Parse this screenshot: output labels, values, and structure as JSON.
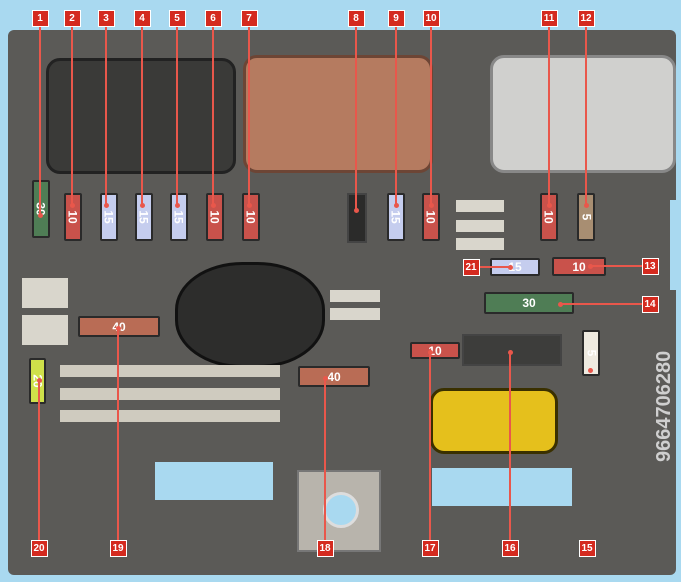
{
  "part_number": "9664706280",
  "fuses": [
    {
      "id": "1",
      "rating": "30",
      "color": "#4f7d55"
    },
    {
      "id": "2",
      "rating": "10",
      "color": "#c9524b"
    },
    {
      "id": "3",
      "rating": "15",
      "color": "#c5cdee"
    },
    {
      "id": "4",
      "rating": "15",
      "color": "#c5cdee"
    },
    {
      "id": "5",
      "rating": "15",
      "color": "#c5cdee"
    },
    {
      "id": "6",
      "rating": "10",
      "color": "#c9524b"
    },
    {
      "id": "7",
      "rating": "10",
      "color": "#c9524b"
    },
    {
      "id": "9",
      "rating": "15",
      "color": "#c5cdee"
    },
    {
      "id": "10",
      "rating": "10",
      "color": "#c9524b"
    },
    {
      "id": "11",
      "rating": "10",
      "color": "#c9524b"
    },
    {
      "id": "12",
      "rating": "5",
      "color": "#a88e72"
    },
    {
      "id": "13",
      "rating": "10",
      "color": "#c9524b"
    },
    {
      "id": "14",
      "rating": "30",
      "color": "#4f7d55"
    },
    {
      "id": "15",
      "rating": "5",
      "color": "#eeeae0"
    },
    {
      "id": "17",
      "rating": "10",
      "color": "#c9524b"
    },
    {
      "id": "18",
      "rating": "40",
      "color": "#b96c55"
    },
    {
      "id": "19",
      "rating": "40",
      "color": "#b96c55"
    },
    {
      "id": "20",
      "rating": "20",
      "color": "#cfe04a"
    },
    {
      "id": "21",
      "rating": "15",
      "color": "#c5cdee"
    }
  ],
  "labels": [
    "1",
    "2",
    "3",
    "4",
    "5",
    "6",
    "7",
    "8",
    "9",
    "10",
    "11",
    "12",
    "13",
    "14",
    "15",
    "16",
    "17",
    "18",
    "19",
    "20",
    "21"
  ],
  "colors": {
    "label": "#d42a1f",
    "board": "#5b5a57",
    "background": "#a9d9f0"
  }
}
